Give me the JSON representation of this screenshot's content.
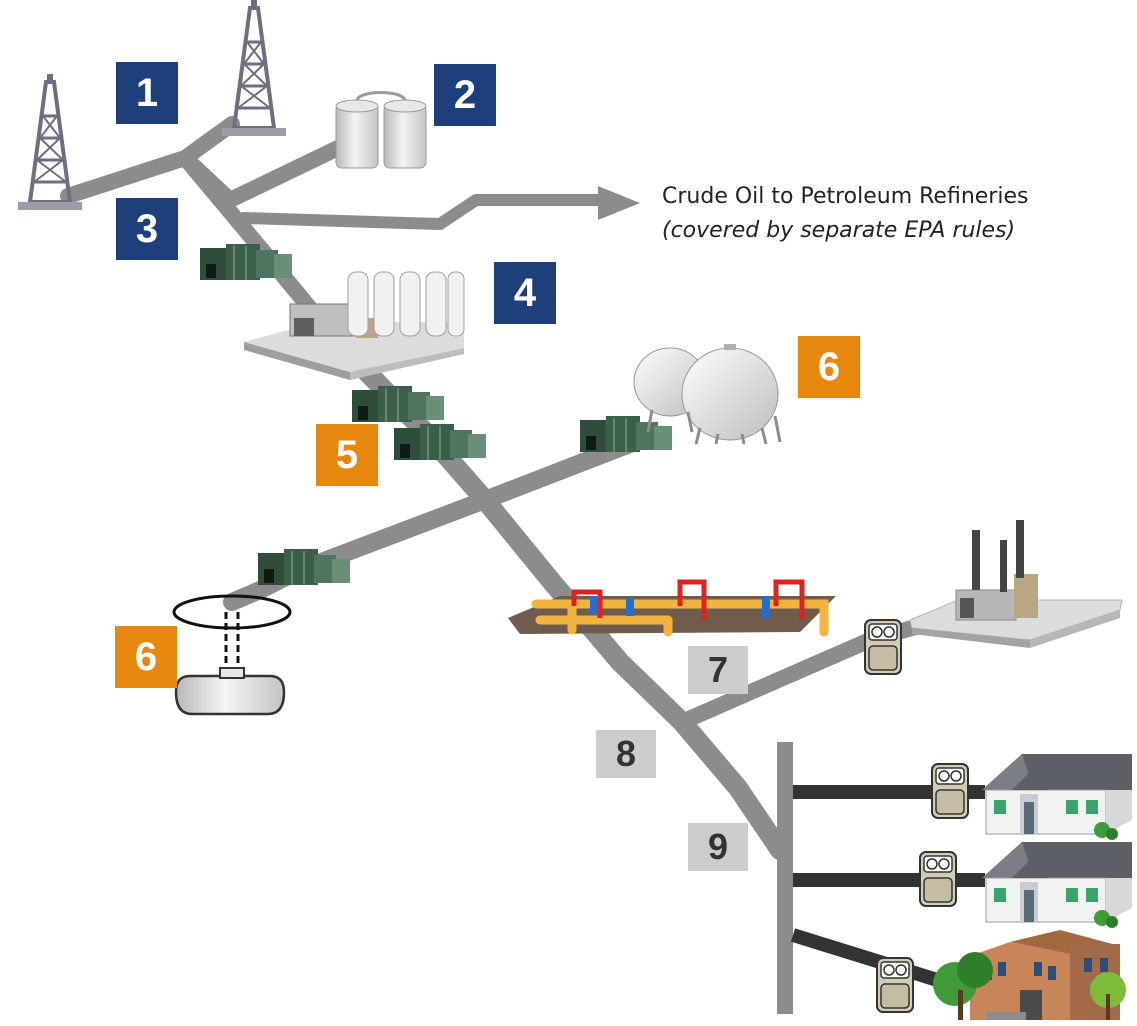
{
  "labels": {
    "l1": "1",
    "l2": "2",
    "l3": "3",
    "l4": "4",
    "l5": "5",
    "l6a": "6",
    "l6b": "6",
    "l7": "7",
    "l8": "8",
    "l9": "9"
  },
  "caption": {
    "line1": "Crude Oil to Petroleum Refineries",
    "line2": "(covered by separate  EPA rules)"
  },
  "colors": {
    "stage_blue": "#1d3f7c",
    "stage_orange": "#e8870e",
    "stage_gray": "#cccccc",
    "pipeline": "#8c8c8c",
    "service_line": "#333333",
    "compressor": "#3c5e4a",
    "valve_yellow": "#f3b43f",
    "valve_red": "#e02121",
    "valve_blue": "#1f6fd6"
  }
}
